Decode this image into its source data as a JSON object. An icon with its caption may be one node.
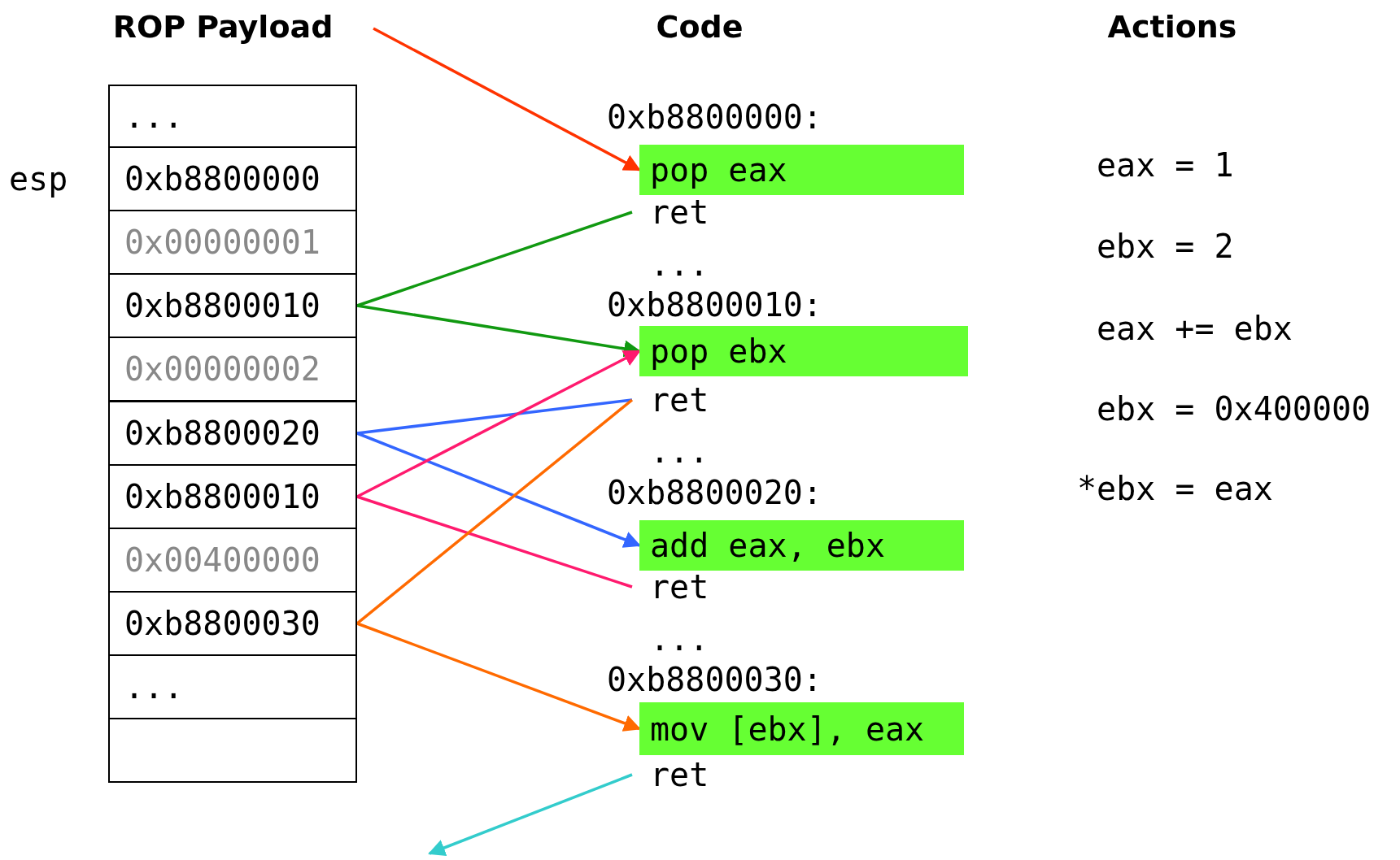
{
  "diagram": {
    "nodes": [
      {
        "text": [
          "..."
        ]
      },
      {
        "text": [
          "0xb8800000"
        ]
      },
      {
        "text": [
          "0x00000001"
        ]
      },
      {
        "text": [
          "0xb8800010"
        ]
      },
      {
        "text": [
          "0x00000002"
        ]
      },
      {
        "text": [
          "0xb8800020"
        ]
      },
      {
        "text": [
          "0xb8800010"
        ]
      },
      {
        "text": [
          "0x00400000"
        ]
      },
      {
        "text": [
          "0xb8800030"
        ]
      },
      {
        "text": [
          "..."
        ]
      },
      {
        "text": [],
        "shape": "box"
      },
      {
        "text": [
          "pop eax"
        ]
      },
      {
        "text": [
          "ret"
        ]
      },
      {
        "text": [
          "pop ebx"
        ]
      },
      {
        "text": [
          "ret"
        ]
      },
      {
        "text": [
          "add eax, ebx"
        ]
      },
      {
        "text": [
          "ret"
        ]
      },
      {
        "text": [
          "mov [ebx], eax"
        ]
      },
      {
        "text": [
          "ret"
        ]
      }
    ],
    "edges": [
      {
        "from": null,
        "to": 11,
        "arrow": "to",
        "color": "#ff3300"
      },
      {
        "from": 12,
        "to": 3,
        "arrow": "none",
        "color": "#119911"
      },
      {
        "from": 3,
        "to": 13,
        "arrow": "to",
        "color": "#119911"
      },
      {
        "from": 14,
        "to": 5,
        "arrow": "none",
        "color": "#3366ff"
      },
      {
        "from": 5,
        "to": 15,
        "arrow": "to",
        "color": "#3366ff"
      },
      {
        "from": 16,
        "to": 6,
        "arrow": "none",
        "color": "#ff1a6e"
      },
      {
        "from": 6,
        "to": 13,
        "arrow": "to",
        "color": "#ff1a6e"
      },
      {
        "from": 14,
        "to": 8,
        "arrow": "none",
        "color": "#ff6a00"
      },
      {
        "from": 8,
        "to": 17,
        "arrow": "to",
        "color": "#ff6a00"
      },
      {
        "from": 18,
        "to": null,
        "arrow": "to",
        "color": "#33cccc"
      }
    ],
    "labels": [
      "ROP Payload",
      "Code",
      "Actions",
      "esp",
      "0xb8800000:",
      "...",
      "0xb8800010:",
      "...",
      "0xb8800020:",
      "...",
      "0xb8800030:",
      "eax = 1",
      "ebx = 2",
      "eax += ebx",
      "ebx = 0x400000",
      "*ebx = eax"
    ]
  }
}
